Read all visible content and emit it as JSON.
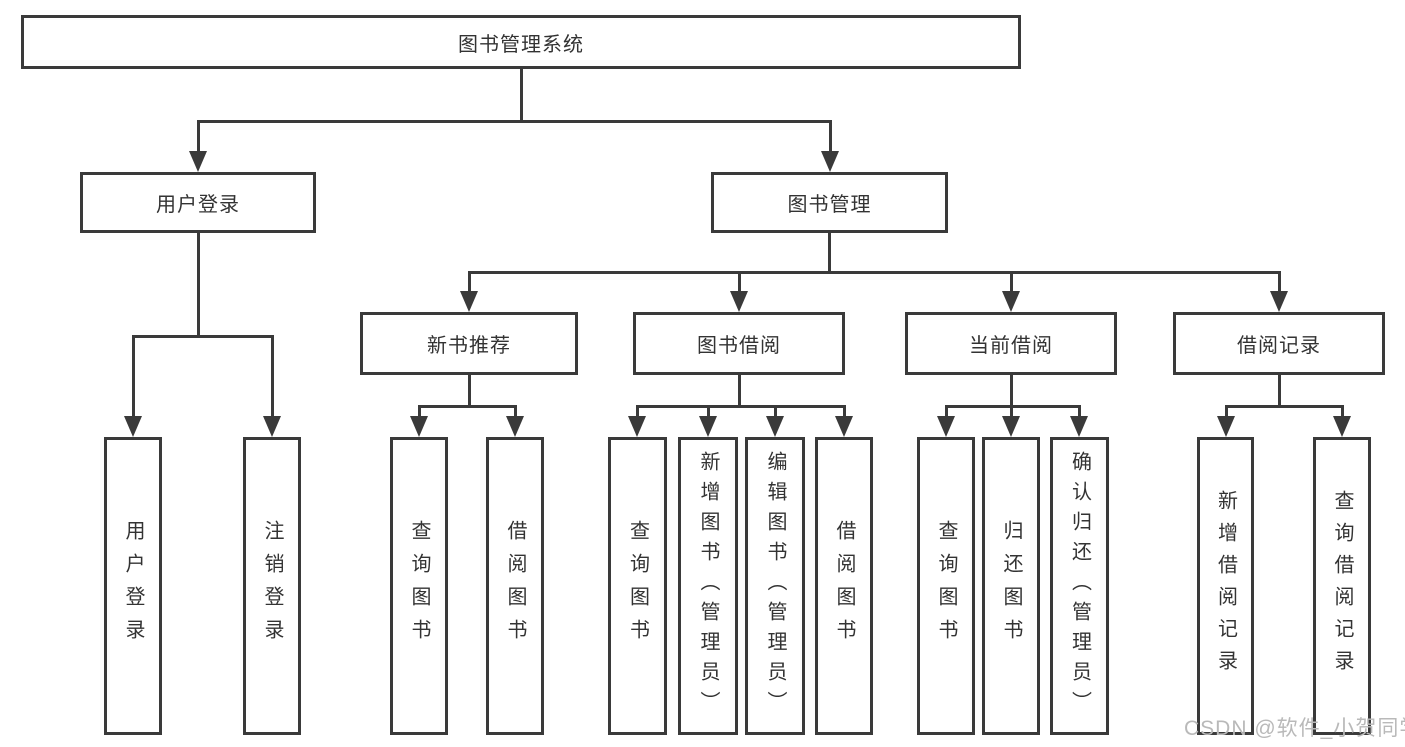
{
  "colors": {
    "line": "#3a3a3a",
    "box_border": "#3a3a3a",
    "text": "#333333",
    "watermark": "#b9b9b9",
    "background": "#ffffff"
  },
  "diagram": {
    "root": {
      "label": "图书管理系统"
    },
    "level2": [
      {
        "label": "用户登录"
      },
      {
        "label": "图书管理"
      }
    ],
    "level3": [
      {
        "label": "新书推荐"
      },
      {
        "label": "图书借阅"
      },
      {
        "label": "当前借阅"
      },
      {
        "label": "借阅记录"
      }
    ],
    "leaves": {
      "user_login": [
        "用户登录",
        "注销登录"
      ],
      "new_books": [
        "查询图书",
        "借阅图书"
      ],
      "book_borrow": [
        "查询图书",
        "新增图书（管理员）",
        "编辑图书（管理员）",
        "借阅图书"
      ],
      "current_borrow": [
        "查询图书",
        "归还图书",
        "确认归还（管理员）"
      ],
      "borrow_records": [
        "新增借阅记录",
        "查询借阅记录"
      ]
    }
  },
  "watermark": {
    "text": "CSDN @软件_小贺同学"
  }
}
